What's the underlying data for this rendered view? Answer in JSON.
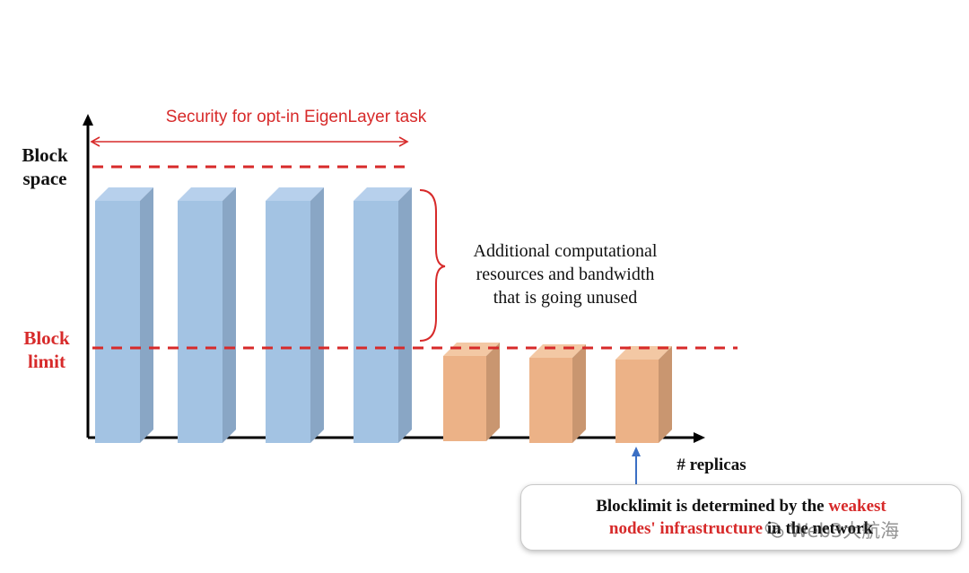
{
  "labels": {
    "block_space_line1": "Block",
    "block_space_line2": "space",
    "block_limit_line1": "Block",
    "block_limit_line2": "limit",
    "security_label": "Security for opt-in EigenLayer task",
    "unused_line1": "Additional computational",
    "unused_line2": "resources and bandwidth",
    "unused_line3": "that is going unused",
    "x_axis": "# replicas"
  },
  "callout": {
    "part1": "Blocklimit is determined by the ",
    "part2": "weakest",
    "part3": "nodes' infrastructure",
    "part4": " in the network"
  },
  "watermark": {
    "text": "Web3大航海",
    "icon": "wechat-icon"
  },
  "colors": {
    "blue_bar_front": "#a3c3e3",
    "blue_bar_top": "#b7d0ec",
    "blue_bar_side": "#89a6c5",
    "orange_bar_front": "#ecb287",
    "orange_bar_top": "#f3c8a4",
    "orange_bar_side": "#c99670",
    "accent_red": "#d72a2a",
    "arrow_blue": "#3b6fc4"
  },
  "bars": {
    "blue_count": 4,
    "orange_count": 3
  }
}
